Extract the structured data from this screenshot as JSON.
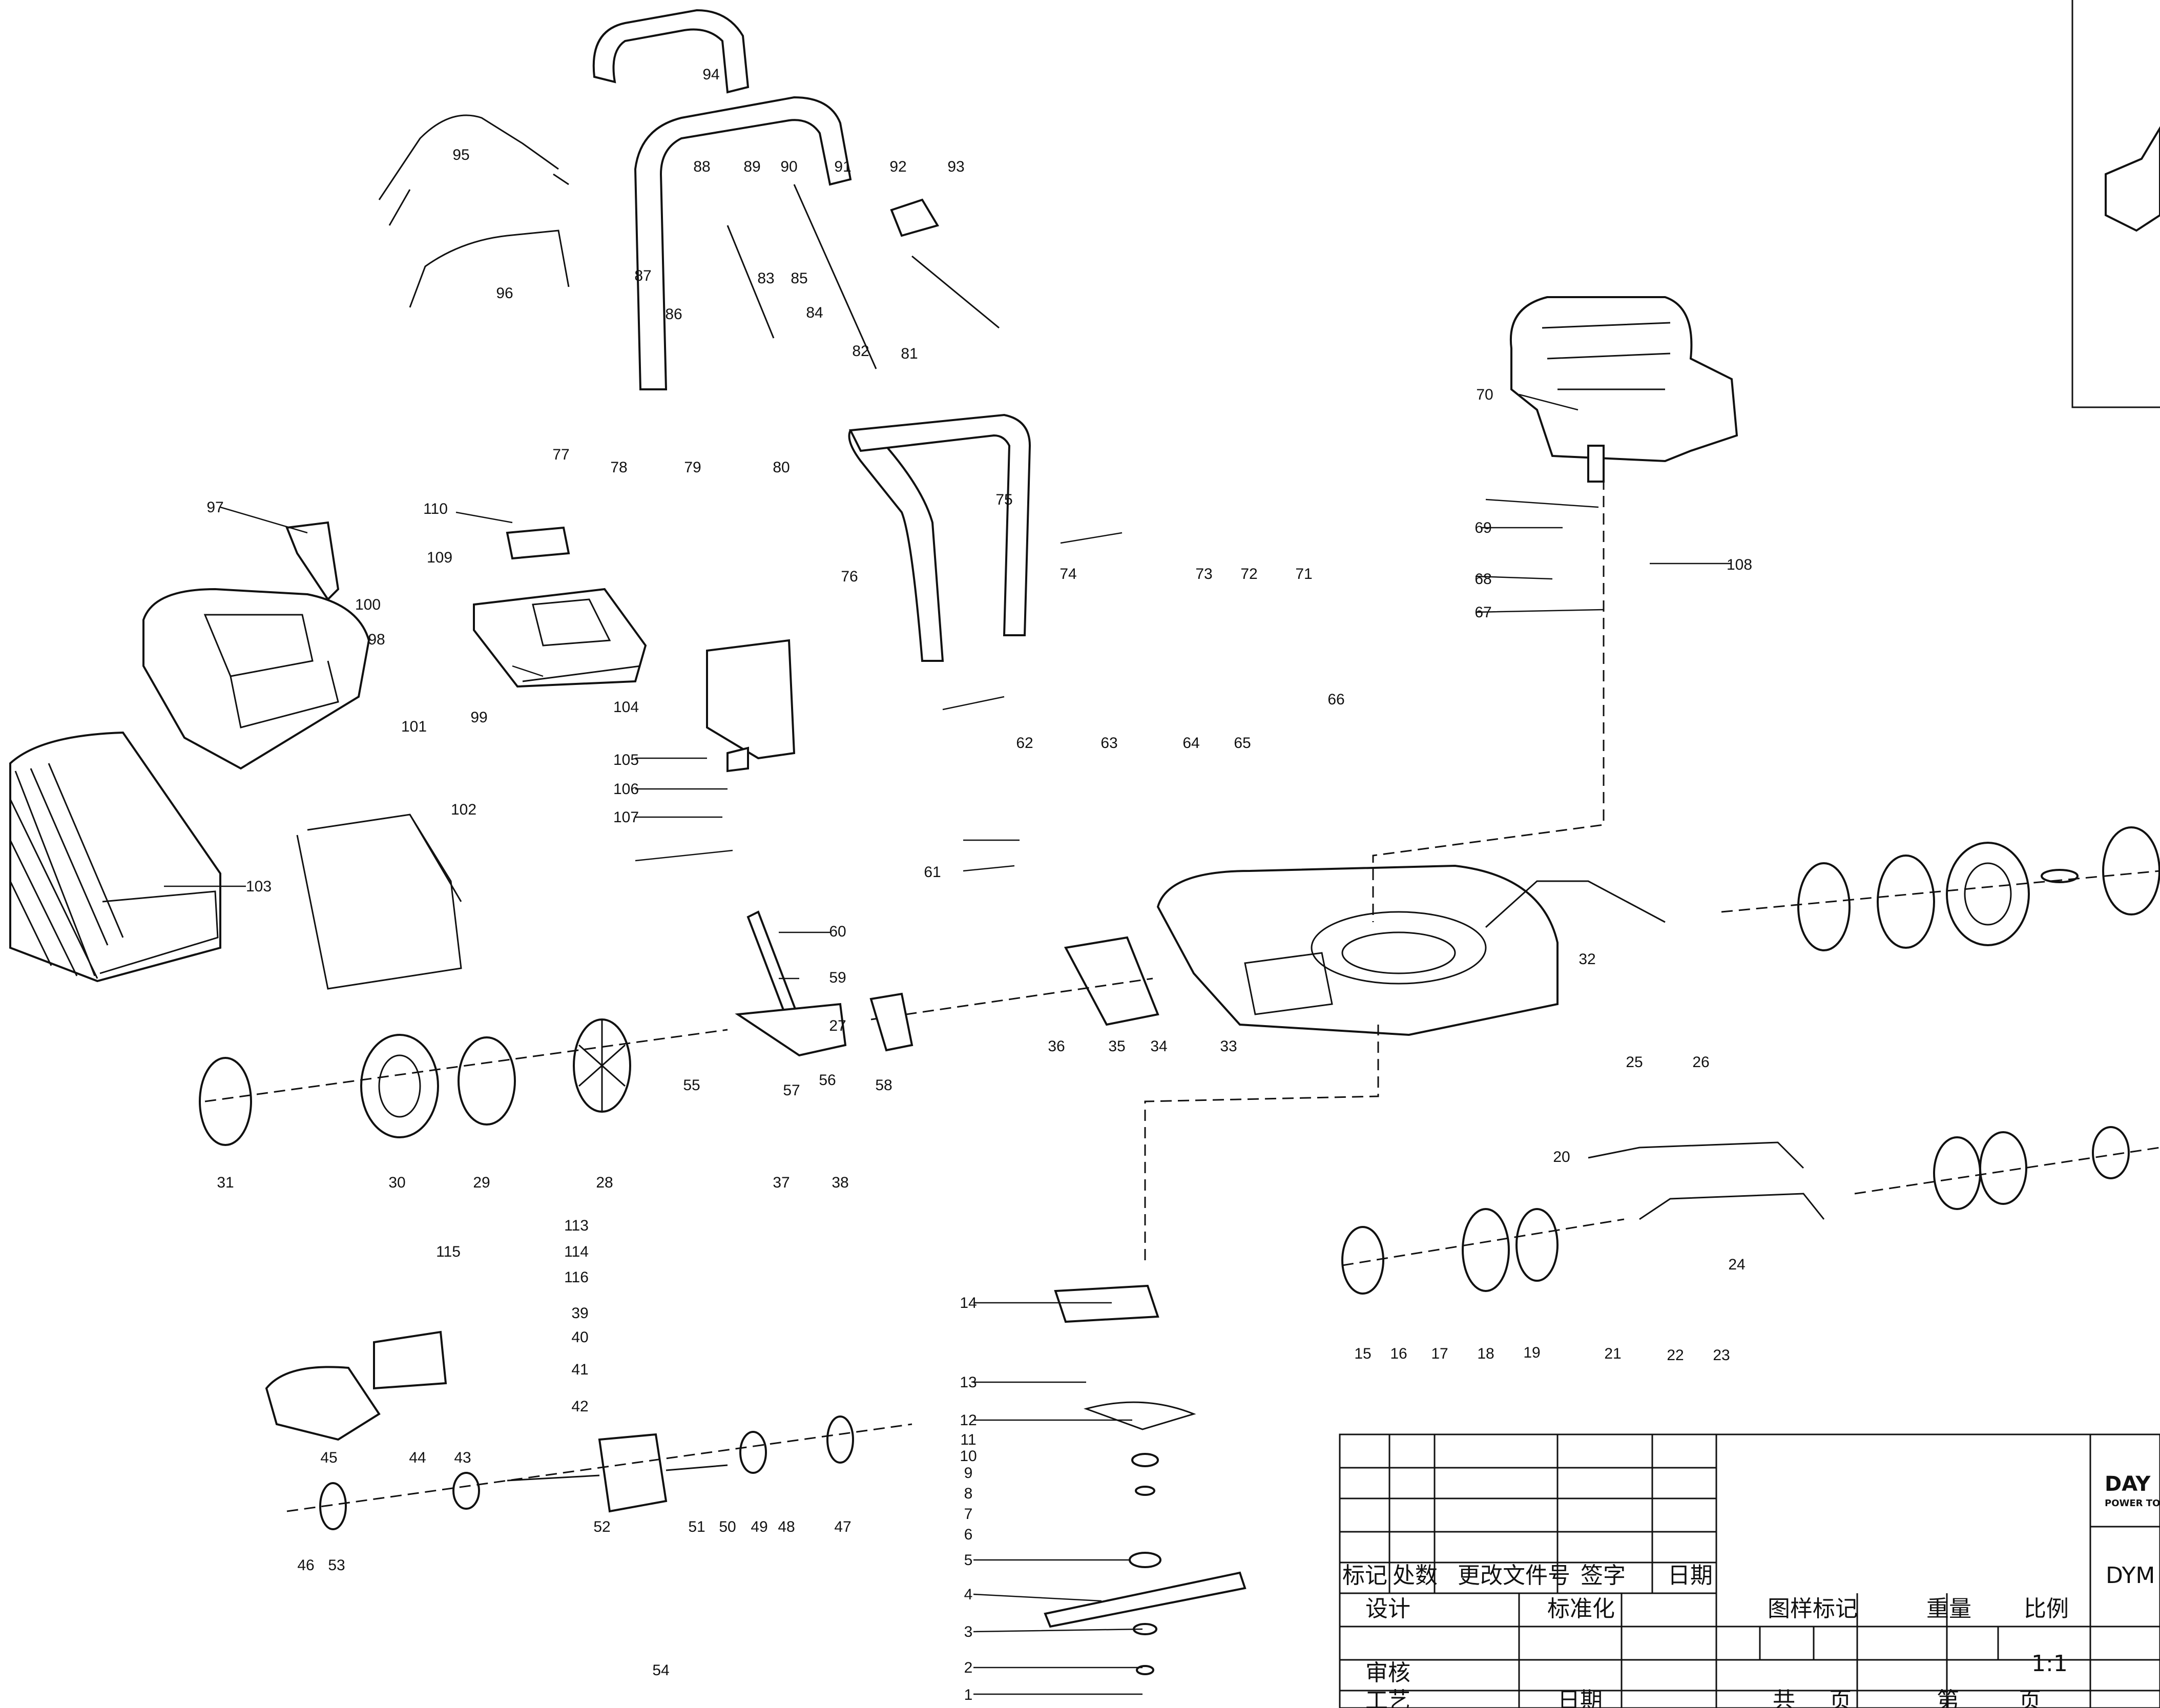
{
  "callouts": [
    "1",
    "2",
    "3",
    "4",
    "5",
    "6",
    "7",
    "8",
    "9",
    "10",
    "11",
    "12",
    "13",
    "14",
    "15",
    "16",
    "17",
    "18",
    "19",
    "20",
    "21",
    "22",
    "23",
    "24",
    "25",
    "26",
    "27",
    "28",
    "29",
    "30",
    "31",
    "32",
    "33",
    "34",
    "35",
    "36",
    "37",
    "38",
    "39",
    "40",
    "41",
    "42",
    "43",
    "44",
    "45",
    "46",
    "47",
    "48",
    "49",
    "50",
    "51",
    "52",
    "53",
    "54",
    "55",
    "56",
    "57",
    "58",
    "59",
    "60",
    "61",
    "62",
    "63",
    "64",
    "65",
    "66",
    "67",
    "68",
    "69",
    "70",
    "71",
    "72",
    "73",
    "74",
    "75",
    "76",
    "77",
    "78",
    "79",
    "80",
    "81",
    "82",
    "83",
    "84",
    "85",
    "86",
    "87",
    "88",
    "89",
    "90",
    "91",
    "92",
    "93",
    "94",
    "95",
    "96",
    "97",
    "98",
    "99",
    "100",
    "101",
    "102",
    "103",
    "104",
    "105",
    "106",
    "107",
    "108",
    "109",
    "110",
    "113",
    "114",
    "115",
    "116"
  ],
  "title_block": {
    "mark": "标记",
    "count": "处数",
    "change_doc": "更改文件号",
    "signature": "签字",
    "date": "日期",
    "design": "设计",
    "standardization": "标准化",
    "review": "审核",
    "process": "工艺",
    "date2": "日期",
    "drawing_mark": "图样标记",
    "weight": "重量",
    "scale": "比例",
    "scale_value": "1:1",
    "total": "共",
    "page": "页",
    "sheet_no": "第",
    "page2": "页",
    "brand": "DAY",
    "brand_sub": "POWER TO",
    "model": "DYM"
  }
}
